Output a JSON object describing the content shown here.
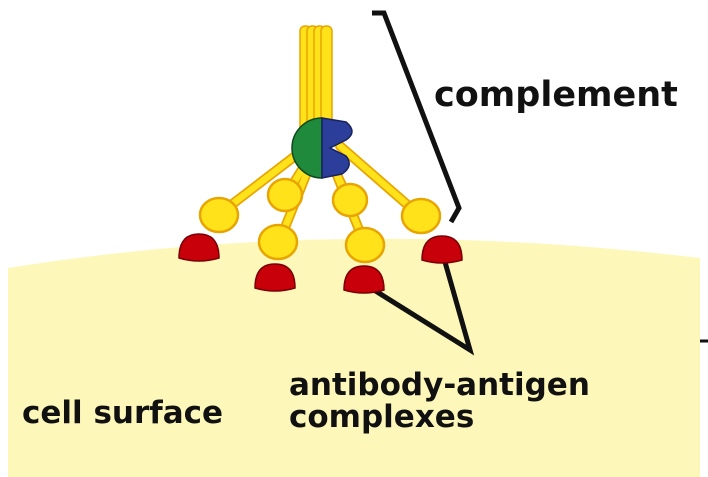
{
  "labels": {
    "complement": "complement",
    "cell_surface": "cell surface",
    "complexes_line1": "antibody-antigen",
    "complexes_line2": "complexes"
  },
  "colors": {
    "membrane": "#fdf8ba",
    "stalk": "#ffe21a",
    "stalk_outline": "#e8a400",
    "head": "#ffe21a",
    "antigen": "#c8000a",
    "core_green": "#1f8a3b",
    "core_blue": "#2a3e9a",
    "line": "#111111"
  }
}
